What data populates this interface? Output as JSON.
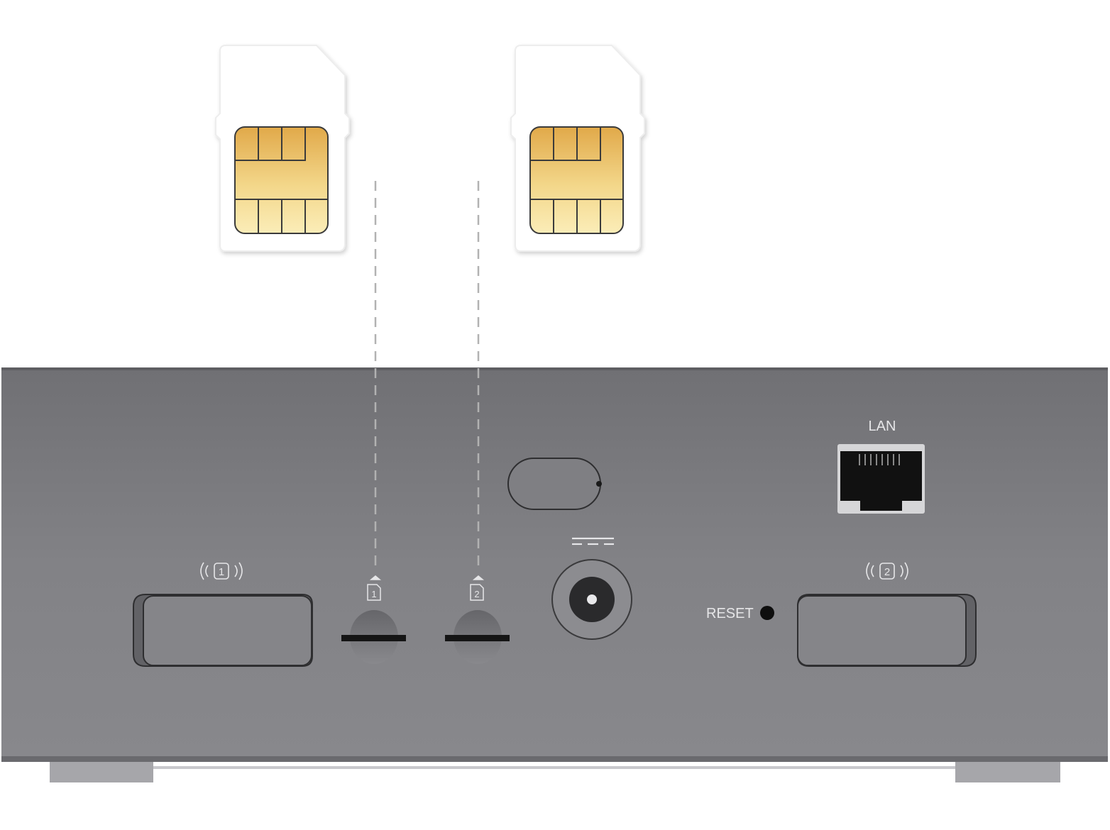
{
  "labels": {
    "lan": "LAN",
    "reset": "RESET",
    "antenna_1": "1",
    "antenna_2": "2",
    "sim_slot_1": "1",
    "sim_slot_2": "2"
  },
  "icons": {
    "antenna_1": "antenna-port-1-icon",
    "antenna_2": "antenna-port-2-icon",
    "sim_slot_1": "sim-slot-1-icon",
    "sim_slot_2": "sim-slot-2-icon",
    "dc_power": "dc-power-icon"
  },
  "colors": {
    "device_body": "#7c7c80",
    "device_body_dark": "#6e6e72",
    "sim_card": "#ffffff",
    "sim_chip_top": "#e2ad4e",
    "sim_chip_bottom": "#faeab0",
    "guide_line": "#b0b0b0"
  }
}
